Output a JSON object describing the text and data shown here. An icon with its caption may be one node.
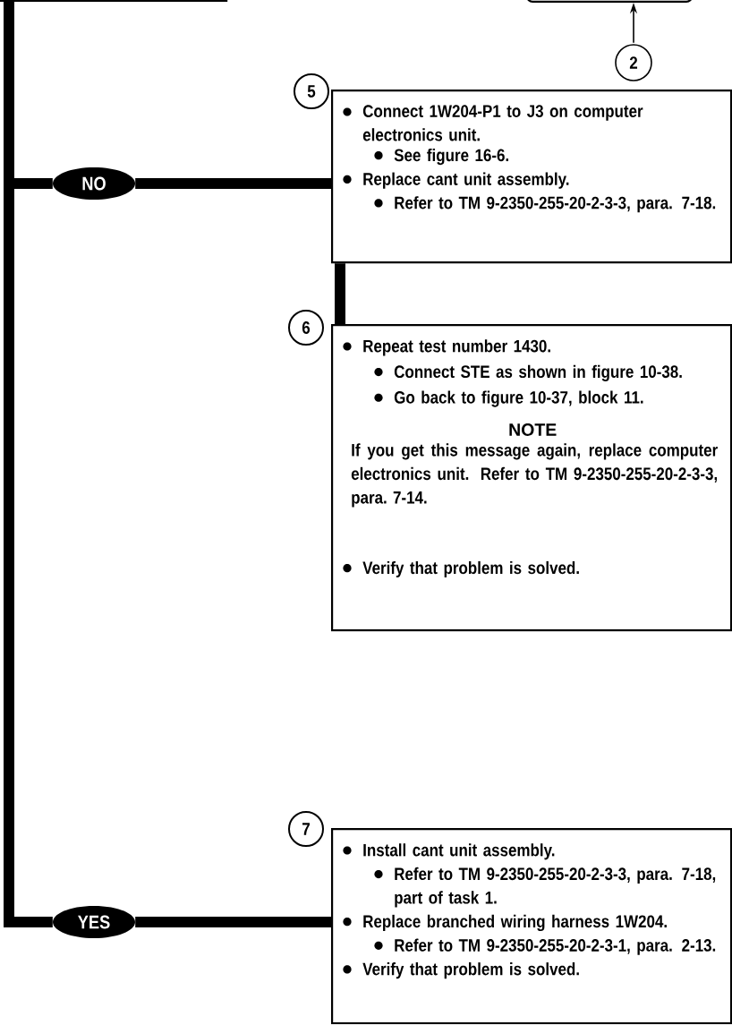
{
  "diagram": {
    "nodes": [
      {
        "text": [],
        "shape": "box"
      },
      {
        "text": [],
        "shape": "box"
      },
      {
        "text": [
          "2"
        ]
      },
      {
        "text": [
          "NO"
        ]
      },
      {
        "text": [
          "5",
          "Connect 1W204-P1 to J3 on computer electronics unit.",
          "See figure 16-6.",
          "Replace cant unit assembly.",
          "Refer to TM 9-2350-255-20-2-3-3, para. 7-18."
        ]
      },
      {
        "text": [
          "6",
          "Repeat test number 1430.",
          "Connect STE as shown in figure 10-38.",
          "Go back to figure 10-37, block 11.",
          "NOTE",
          "If you get this message again, replace computer electronics unit. Refer to TM 9-2350-255-20-2-3-3, para. 7-14.",
          "Verify that problem is solved."
        ]
      },
      {
        "text": [
          "YES"
        ]
      },
      {
        "text": [
          "7",
          "Install cant unit assembly.",
          "Refer to TM 9-2350-255-20-2-3-3, para. 7-18, part of task 1.",
          "Replace branched wiring harness 1W204.",
          "Refer to TM 9-2350-255-20-2-3-1, para. 2-13.",
          "Verify that problem is solved."
        ]
      }
    ],
    "edges": [
      {
        "from": 0,
        "to": 3,
        "arrow": "none"
      },
      {
        "from": 3,
        "to": 4,
        "arrow": "none"
      },
      {
        "from": 0,
        "to": 6,
        "arrow": "none"
      },
      {
        "from": 6,
        "to": 7,
        "arrow": "none"
      },
      {
        "from": 4,
        "to": 5,
        "arrow": "none"
      },
      {
        "from": 2,
        "to": 1,
        "arrow": "to"
      }
    ]
  }
}
